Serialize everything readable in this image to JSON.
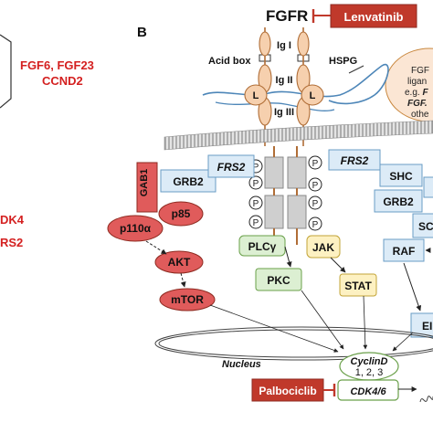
{
  "left_panel": {
    "line1": "FGF6, FGF23",
    "line2": "CCND2",
    "line3": "DK4",
    "line4": "RS2",
    "color": "#d42020"
  },
  "panel_label": "B",
  "receptor": {
    "name": "FGFR",
    "inhibitor": "Lenvatinib",
    "domains": [
      "Ig I",
      "Ig II",
      "Ig III"
    ],
    "acid_box": "Acid box",
    "hspg": "HSPG",
    "ligand": "L",
    "phospho": "P"
  },
  "ligand_callout": {
    "line1": "FGF",
    "line2": "ligan",
    "line3_prefix": "e.g. ",
    "line3_bold": "F",
    "line4": "FGF.",
    "line5": "othe"
  },
  "left_pathway": {
    "frs2": "FRS2",
    "grb2": "GRB2",
    "gab1": "GAB1",
    "p85": "p85",
    "p110": "p110α",
    "akt": "AKT",
    "mtor": "mTOR"
  },
  "center_pathway": {
    "plc": "PLCγ",
    "pkc": "PKC",
    "jak": "JAK",
    "stat": "STAT"
  },
  "right_pathway": {
    "frs2": "FRS2",
    "shc": "SHC",
    "grb2": "GRB2",
    "sos": "SC",
    "raf": "RAF",
    "erk": "EI"
  },
  "nucleus": {
    "label": "Nucleus",
    "cyclin_title": "CyclinD",
    "cyclin_sub": "1, 2, 3",
    "cdk": "CDK4/6",
    "inhibitor": "Palbociclib"
  },
  "colors": {
    "red_fill": "#e05b5b",
    "blue_fill": "#dcebf7",
    "green_fill": "#dcefd2",
    "yellow_fill": "#fdf1c2",
    "receptor_fill": "#f6d0ae",
    "membrane": "#9a9a9a"
  }
}
